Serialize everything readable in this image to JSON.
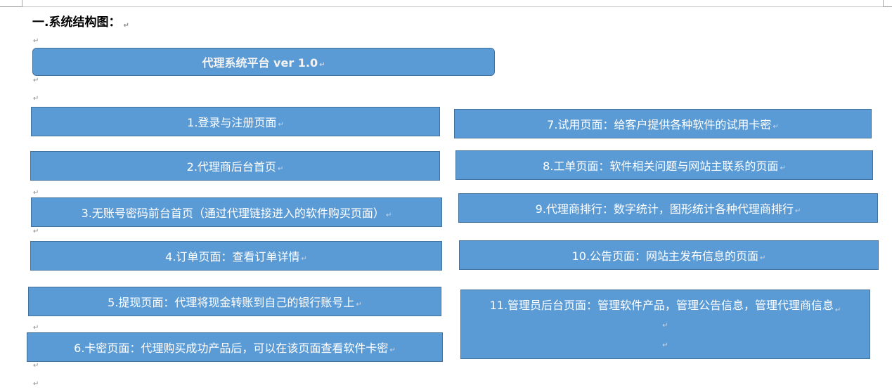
{
  "heading": "一.系统结构图：",
  "para_mark": "↵",
  "title_box": "代理系统平台 ver 1.0",
  "left_boxes": [
    "1.登录与注册页面",
    "2.代理商后台首页",
    "3.无账号密码前台首页（通过代理链接进入的软件购买页面）",
    "4.订单页面：查看订单详情",
    "5.提现页面：代理将现金转账到自己的银行账号上",
    "6.卡密页面：代理购买成功产品后，可以在该页面查看软件卡密"
  ],
  "right_boxes": [
    "7.试用页面：给客户提供各种软件的试用卡密",
    "8.工单页面：软件相关问题与网站主联系的页面",
    "9.代理商排行：数字统计，图形统计各种代理商排行",
    "10.公告页面：网站主发布信息的页面",
    "11.管理员后台页面：管理软件产品，管理公告信息，管理代理商信息"
  ],
  "colors": {
    "box_fill": "#5b9bd5",
    "box_border": "#41719c",
    "box_text": "#ffffff"
  }
}
